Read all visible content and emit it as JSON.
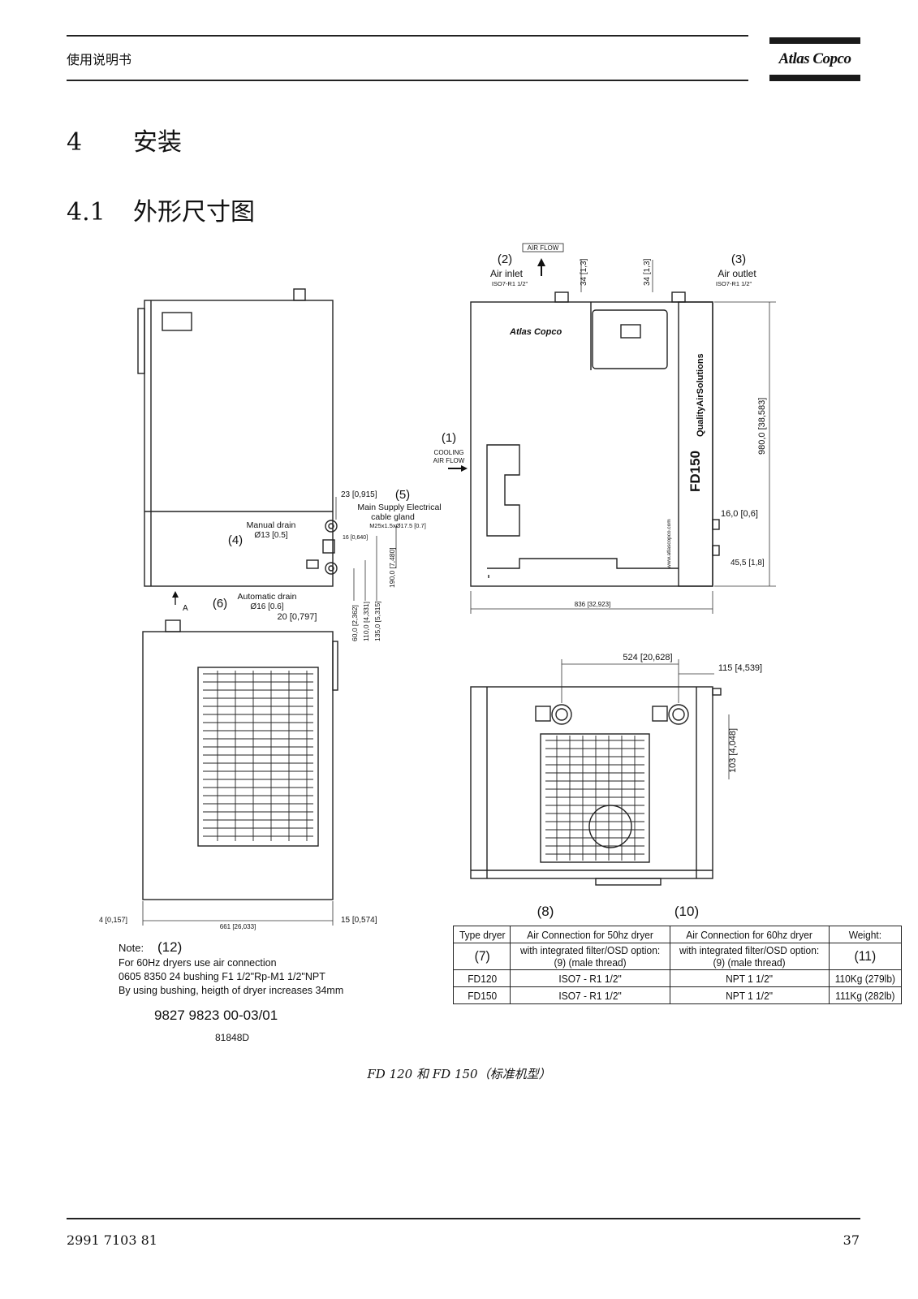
{
  "header": {
    "title": "使用说明书",
    "logo_text": "Atlas Copco"
  },
  "section": {
    "number": "4",
    "title": "安装"
  },
  "subsection": {
    "number": "4.1",
    "title": "外形尺寸图"
  },
  "drawing": {
    "air_flow": "AIR FLOW",
    "label_2": "(2)",
    "air_inlet": "Air inlet",
    "air_inlet_spec": "ISO7-R1 1/2\"",
    "label_3": "(3)",
    "air_outlet": "Air outlet",
    "air_outlet_spec": "ISO7-R1 1/2\"",
    "dim_34a": "34 [1,3]",
    "dim_34b": "34 [1,3]",
    "label_1": "(1)",
    "cooling": "COOLING",
    "cooling_air_flow": "AIR FLOW",
    "dim_980": "980,0 [38,583]",
    "dim_16": "16,0 [0,6]",
    "dim_455": "45,5 [1,8]",
    "dim_836": "836 [32,923]",
    "model_vertical": "FD150",
    "brand_vertical": "QualityAirSolutions",
    "website": "www.atlascopco.com",
    "dim_23": "23 [0,915]",
    "label_5": "(5)",
    "main_supply": "Main Supply Electrical",
    "cable_gland": "cable gland",
    "cable_spec": "M25x1.5xØ17.5 [0.7]",
    "manual_drain": "Manual drain",
    "manual_drain_dia": "Ø13 [0.5]",
    "label_4": "(4)",
    "dim_16b": "16 [0,640]",
    "dim_190": "190,0 [7,480]",
    "label_6": "(6)",
    "arrow_a": "A",
    "auto_drain": "Automatic drain",
    "auto_drain_dia": "Ø16 [0.6]",
    "dim_20": "20 [0,797]",
    "dim_60": "60,0 [2,362]",
    "dim_110": "110,0 [4,331]",
    "dim_135": "135,0 [5,315]",
    "dim_524": "524 [20,628]",
    "dim_115": "115 [4,539]",
    "dim_103": "103 [4,048]",
    "dim_4": "4 [0,157]",
    "dim_661": "661 [26,033]",
    "dim_15": "15 [0,574]",
    "note": "Note:",
    "label_12": "(12)",
    "note_line1": "For 60Hz dryers use air connection",
    "note_line2": "0605 8350 24 bushing F1 1/2\"Rp-M1 1/2\"NPT",
    "note_line3": "By using bushing, heigth of dryer increases 34mm",
    "drawing_no": "9827 9823 00-03/01",
    "drawing_code": "81848D",
    "label_8": "(8)",
    "label_10": "(10)"
  },
  "table": {
    "col1_header": "Type dryer",
    "col1_label": "(7)",
    "col2_header": "Air Connection for 50hz dryer",
    "col2_sub": "with integrated filter/OSD option:",
    "col2_sub2": "(9)   (male thread)",
    "col3_header": "Air Connection for 60hz dryer",
    "col3_sub": "with integrated filter/OSD option:",
    "col3_sub2": "(9)   (male thread)",
    "col4_header": "Weight:",
    "col4_label": "(11)",
    "rows": [
      {
        "type": "FD120",
        "conn50": "ISO7 - R1 1/2\"",
        "conn60": "NPT 1 1/2\"",
        "weight": "110Kg (279lb)"
      },
      {
        "type": "FD150",
        "conn50": "ISO7 - R1 1/2\"",
        "conn60": "NPT 1 1/2\"",
        "weight": "111Kg (282lb)"
      }
    ]
  },
  "caption": "FD 120 和 FD 150（标准机型）",
  "footer": {
    "doc_number": "2991 7103 81",
    "page_number": "37"
  }
}
